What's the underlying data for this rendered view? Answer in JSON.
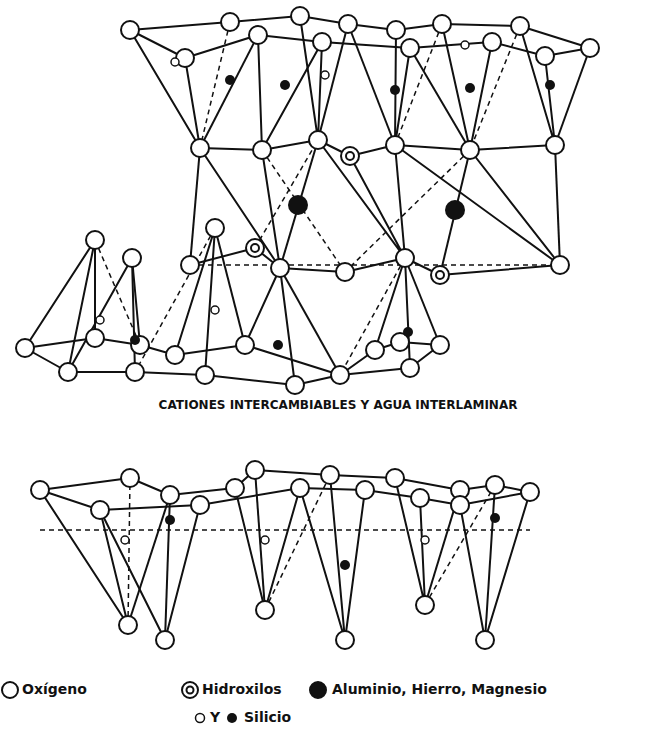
{
  "diagram": {
    "labels": [
      "CATIONES INTERCAMBIABLES Y AGUA INTERLAMINAR",
      "Y"
    ],
    "legend": [
      {
        "text": "Oxígeno"
      },
      {
        "text": "Hidroxilos"
      },
      {
        "text": "Aluminio, Hierro, Magnesio"
      },
      {
        "text": "Silicio"
      }
    ]
  }
}
